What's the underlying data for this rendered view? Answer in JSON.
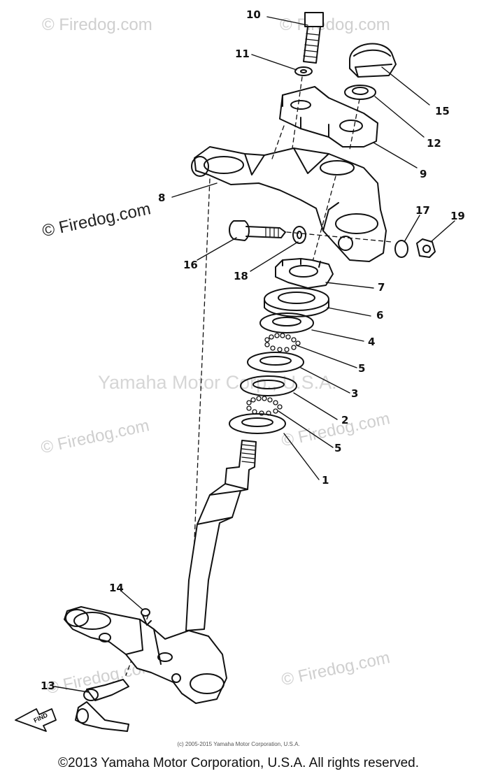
{
  "watermarks": {
    "firedog": "© Firedog.com",
    "center": "Yamaha Motor Corp., U.S.A."
  },
  "callouts": [
    "10",
    "11",
    "15",
    "12",
    "9",
    "8",
    "17",
    "19",
    "16",
    "18",
    "7",
    "6",
    "4",
    "5",
    "3",
    "2",
    "5",
    "1",
    "14",
    "13"
  ],
  "find_arrow": "FIND",
  "small_copyright": "(c) 2005-2015 Yamaha Motor Corporation, U.S.A.",
  "copyright": "©2013 Yamaha Motor Corporation, U.S.A. All rights reserved."
}
